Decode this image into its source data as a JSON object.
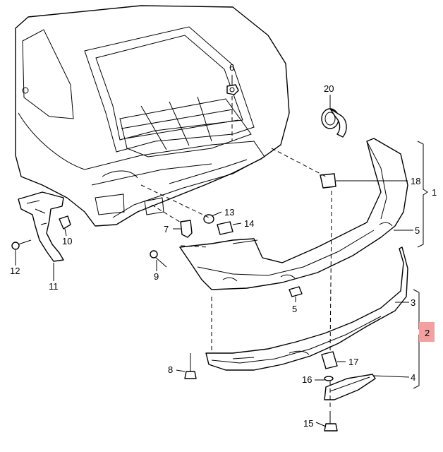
{
  "callouts": {
    "c1": "1",
    "c2": "2",
    "c3": "3",
    "c4": "4",
    "c5a": "5",
    "c5b": "5",
    "c6": "6",
    "c7": "7",
    "c8": "8",
    "c9": "9",
    "c10": "10",
    "c11": "11",
    "c12": "12",
    "c13": "13",
    "c14": "14",
    "c15": "15",
    "c16": "16",
    "c17": "17",
    "c18": "18",
    "c20": "20"
  },
  "highlight": {
    "label": "2",
    "color": "#f2a0a0"
  }
}
